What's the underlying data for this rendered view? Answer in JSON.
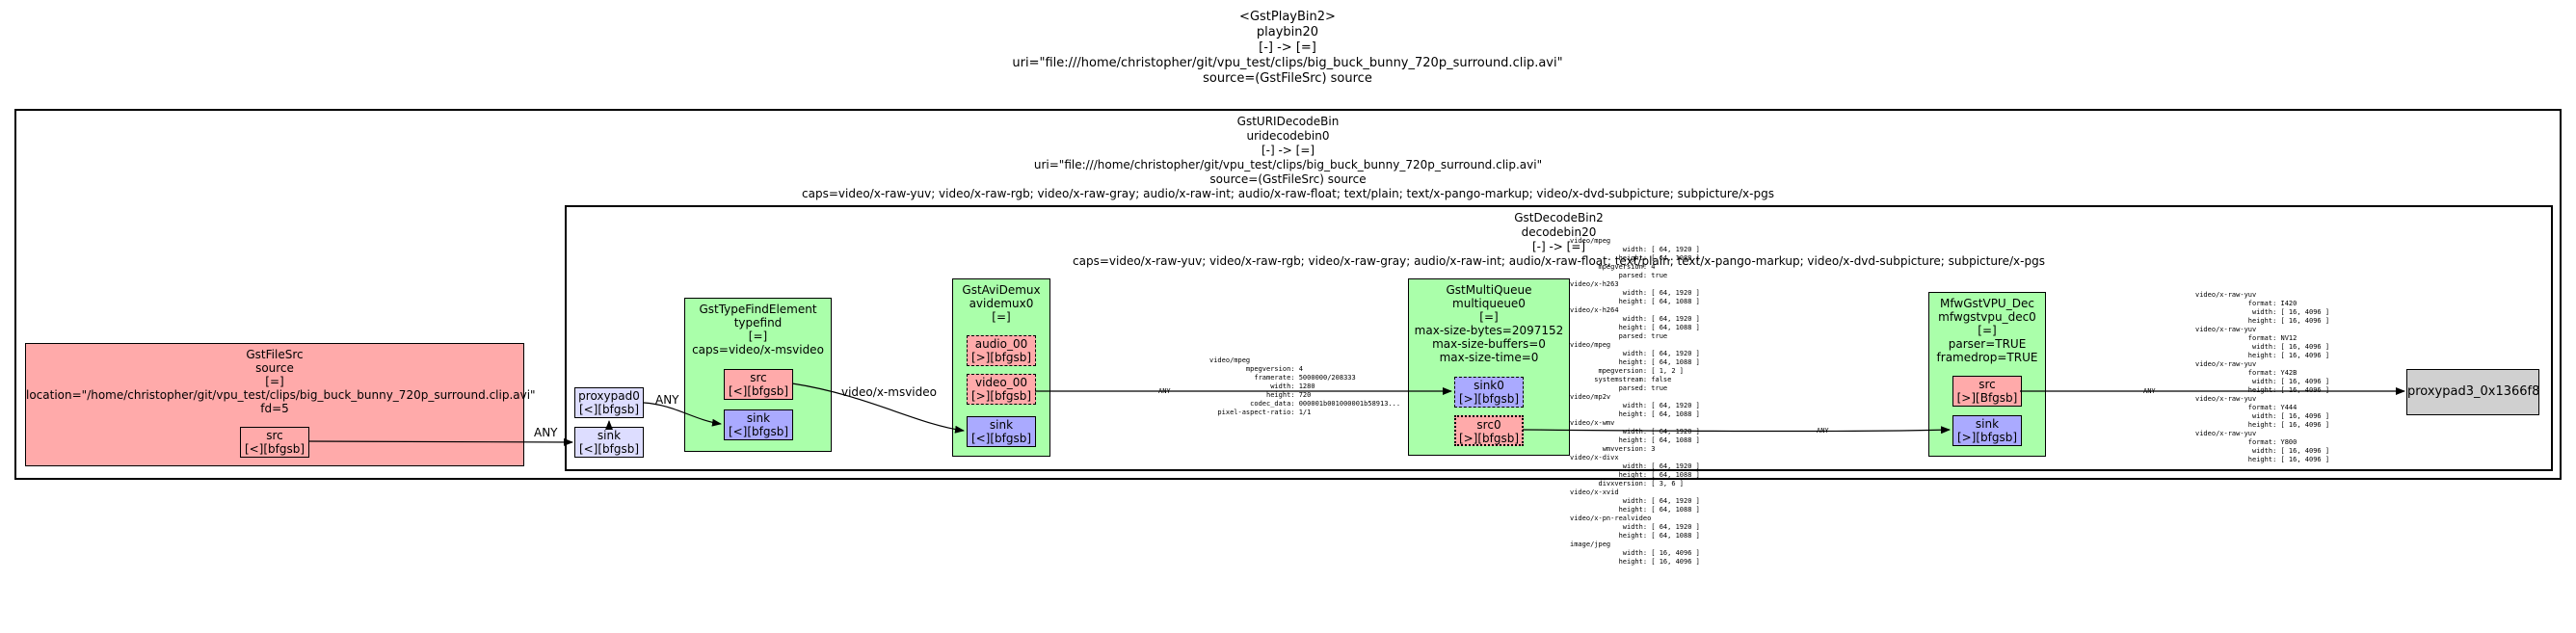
{
  "pipeline": {
    "lines": [
      "<GstPlayBin2>",
      "playbin20",
      "[-] -> [=]",
      "uri=\"file:///home/christopher/git/vpu_test/clips/big_buck_bunny_720p_surround.clip.avi\"",
      "source=(GstFileSrc) source"
    ]
  },
  "uridecodebin": {
    "lines": [
      "GstURIDecodeBin",
      "uridecodebin0",
      "[-] -> [=]",
      "uri=\"file:///home/christopher/git/vpu_test/clips/big_buck_bunny_720p_surround.clip.avi\"",
      "source=(GstFileSrc) source",
      "caps=video/x-raw-yuv; video/x-raw-rgb; video/x-raw-gray; audio/x-raw-int; audio/x-raw-float; text/plain; text/x-pango-markup; video/x-dvd-subpicture; subpicture/x-pgs"
    ]
  },
  "decodebin": {
    "lines": [
      "GstDecodeBin2",
      "decodebin20",
      "[-] -> [=]",
      "caps=video/x-raw-yuv; video/x-raw-rgb; video/x-raw-gray; audio/x-raw-int; audio/x-raw-float; text/plain; text/x-pango-markup; video/x-dvd-subpicture; subpicture/x-pgs"
    ]
  },
  "filesrc": {
    "lines": [
      "GstFileSrc",
      "source",
      "[=]",
      "location=\"/home/christopher/git/vpu_test/clips/big_buck_bunny_720p_surround.clip.avi\"",
      "fd=5"
    ],
    "pad": [
      "src",
      "[<][bfgsb]"
    ]
  },
  "ghost_proxypad": [
    "proxypad0",
    "[<][bfgsb]"
  ],
  "ghost_sink": [
    "sink",
    "[<][bfgsb]"
  ],
  "typefind": {
    "lines": [
      "GstTypeFindElement",
      "typefind",
      "[=]",
      "caps=video/x-msvideo"
    ],
    "src": [
      "src",
      "[<][bfgsb]"
    ],
    "sink": [
      "sink",
      "[<][bfgsb]"
    ]
  },
  "avidemux": {
    "lines": [
      "GstAviDemux",
      "avidemux0",
      "[=]"
    ],
    "audio": [
      "audio_00",
      "[>][bfgsb]"
    ],
    "video": [
      "video_00",
      "[>][bfgsb]"
    ],
    "sink": [
      "sink",
      "[<][bfgsb]"
    ]
  },
  "multiqueue": {
    "lines": [
      "GstMultiQueue",
      "multiqueue0",
      "[=]",
      "max-size-bytes=2097152",
      "max-size-buffers=0",
      "max-size-time=0"
    ],
    "sink": [
      "sink0",
      "[>][bfgsb]"
    ],
    "src": [
      "src0",
      "[>][bfgsb]"
    ]
  },
  "vpudec": {
    "lines": [
      "MfwGstVPU_Dec",
      "mfwgstvpu_dec0",
      "[=]",
      "parser=TRUE",
      "framedrop=TRUE"
    ],
    "src": [
      "src",
      "[>][Bfgsb]"
    ],
    "sink": [
      "sink",
      "[>][bfgsb]"
    ]
  },
  "proxypad3": "proxypad3_0x1366f8",
  "edges": {
    "any1": "ANY",
    "any2": "ANY",
    "msvideo": "video/x-msvideo",
    "any3": "ANY",
    "any4": "ANY",
    "any5": "ANY"
  },
  "caps_avi_to_mq": "video/mpeg\n         mpegversion: 4\n           framerate: 5000000/208333\n               width: 1280\n              height: 720\n          codec_data: 000001b001000001b58913...\n  pixel-aspect-ratio: 1/1",
  "caps_mq_to_vpu": "video/mpeg\n             width: [ 64, 1920 ]\n            height: [ 64, 1088 ]\n       mpegversion: 4\n            parsed: true\nvideo/x-h263\n             width: [ 64, 1920 ]\n            height: [ 64, 1088 ]\nvideo/x-h264\n             width: [ 64, 1920 ]\n            height: [ 64, 1088 ]\n            parsed: true\nvideo/mpeg\n             width: [ 64, 1920 ]\n            height: [ 64, 1088 ]\n       mpegversion: [ 1, 2 ]\n      systemstream: false\n            parsed: true\nvideo/mp2v\n             width: [ 64, 1920 ]\n            height: [ 64, 1088 ]\nvideo/x-wmv\n             width: [ 64, 1920 ]\n            height: [ 64, 1088 ]\n        wmvversion: 3\nvideo/x-divx\n             width: [ 64, 1920 ]\n            height: [ 64, 1088 ]\n       divxversion: [ 3, 6 ]\nvideo/x-xvid\n             width: [ 64, 1920 ]\n            height: [ 64, 1088 ]\nvideo/x-pn-realvideo\n             width: [ 64, 1920 ]\n            height: [ 64, 1088 ]\nimage/jpeg\n             width: [ 16, 4096 ]\n            height: [ 16, 4096 ]",
  "caps_vpu_to_proxy": "video/x-raw-yuv\n             format: I420\n              width: [ 16, 4096 ]\n             height: [ 16, 4096 ]\nvideo/x-raw-yuv\n             format: NV12\n              width: [ 16, 4096 ]\n             height: [ 16, 4096 ]\nvideo/x-raw-yuv\n             format: Y42B\n              width: [ 16, 4096 ]\n             height: [ 16, 4096 ]\nvideo/x-raw-yuv\n             format: Y444\n              width: [ 16, 4096 ]\n             height: [ 16, 4096 ]\nvideo/x-raw-yuv\n             format: Y800\n              width: [ 16, 4096 ]\n             height: [ 16, 4096 ]",
  "colors": {
    "element_green": "#aaffaa",
    "source_red": "#ffaaaa",
    "sink_pad": "#aaaaff",
    "src_pad": "#ffaaaa",
    "ghost_pad": "#ddddff",
    "proxy_gray": "#d0d0d0"
  }
}
